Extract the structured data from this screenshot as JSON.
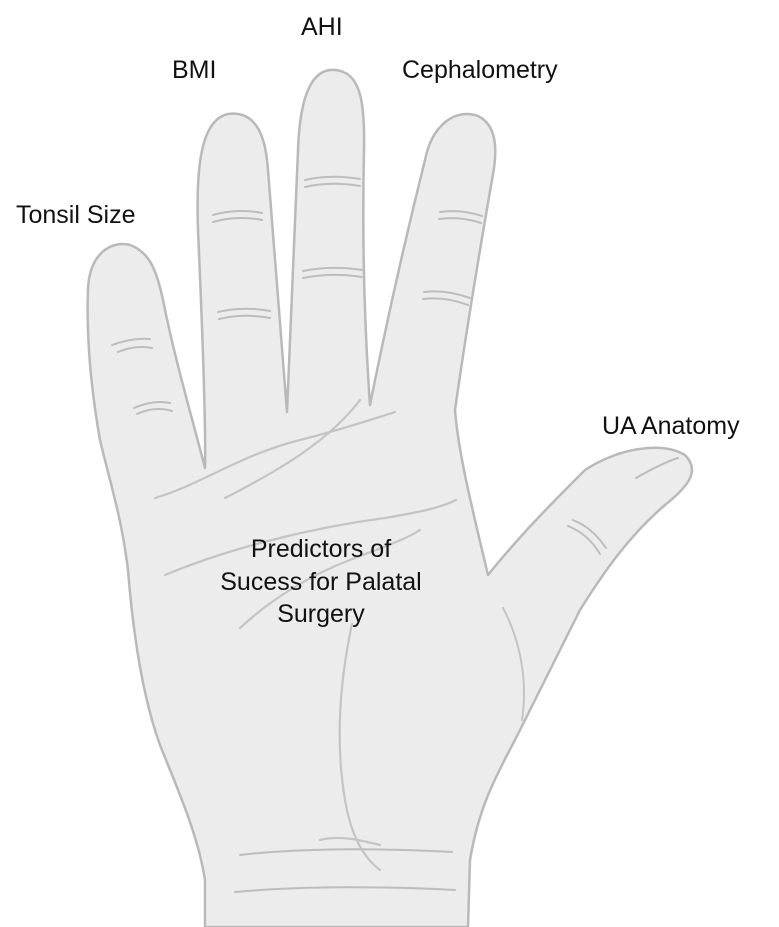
{
  "labels": {
    "thumb": "UA Anatomy",
    "index": "Cephalometry",
    "middle": "AHI",
    "ring": "BMI",
    "pinky": "Tonsil Size"
  },
  "palm": {
    "lines": [
      "Predictors of",
      "Sucess for Palatal",
      "Surgery"
    ]
  },
  "colors": {
    "skin": "#ececec",
    "outline": "#b9b9b9",
    "crease": "#bdbdbd",
    "text": "#111111"
  }
}
